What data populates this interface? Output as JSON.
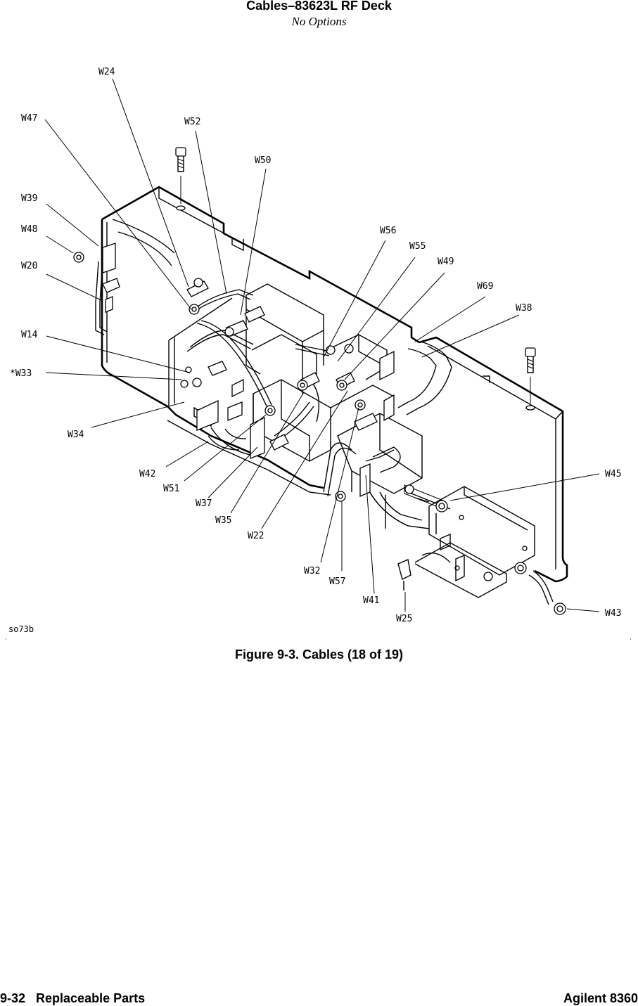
{
  "header": {
    "title": "Cables–83623L RF Deck",
    "subtitle": "No Options"
  },
  "figure": {
    "drawing_id": "so73b",
    "callouts": [
      "W24",
      "W47",
      "W52",
      "W50",
      "W39",
      "W48",
      "W20",
      "W56",
      "W55",
      "W49",
      "W69",
      "W38",
      "W14",
      "*W33",
      "W34",
      "W42",
      "W51",
      "W37",
      "W35",
      "W22",
      "W45",
      "W32",
      "W57",
      "W41",
      "W25",
      "W43"
    ],
    "caption": "Figure 9-3. Cables (18 of 19)"
  },
  "footer": {
    "page_ref": "9-32   Replaceable Parts",
    "model": "Agilent 8360"
  }
}
